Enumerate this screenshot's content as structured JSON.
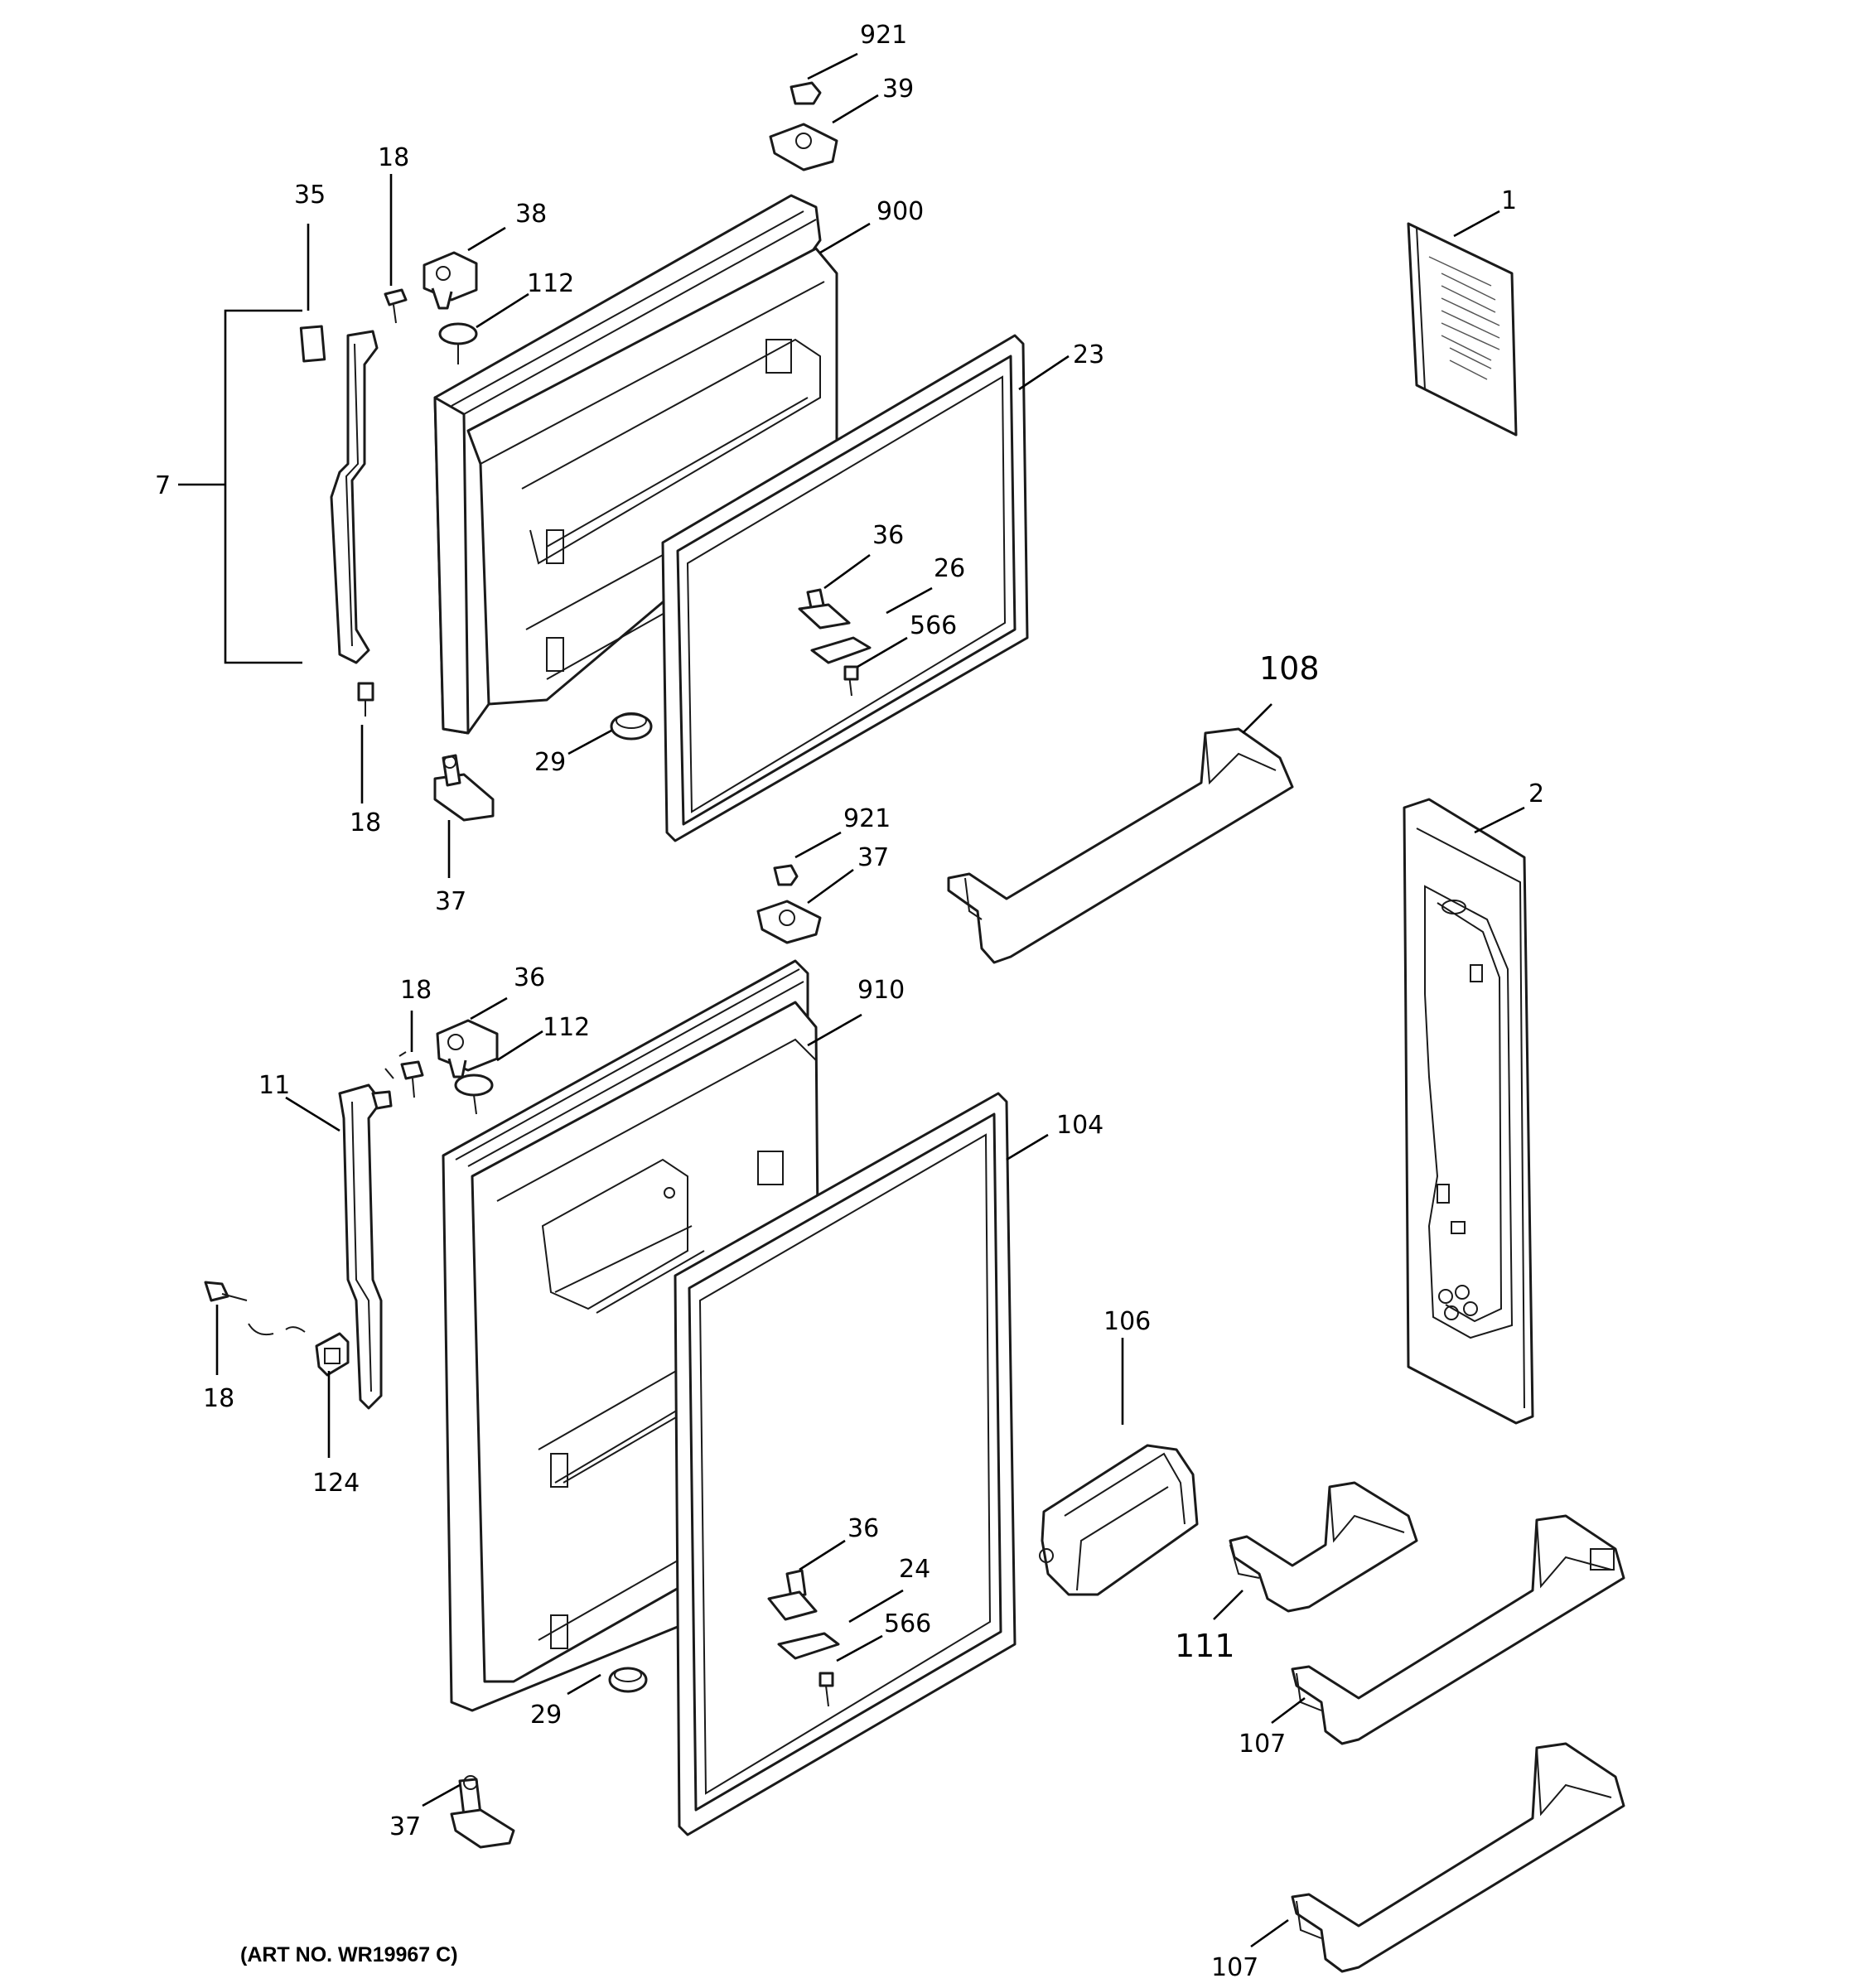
{
  "art_number": "(ART NO. WR19967 C)",
  "callouts": {
    "c921_top": "921",
    "c39": "39",
    "c18_a": "18",
    "c35": "35",
    "c38": "38",
    "c900": "900",
    "c1": "1",
    "c112_a": "112",
    "c23": "23",
    "c7": "7",
    "c36_a": "36",
    "c26": "26",
    "c566_a": "566",
    "c108": "108",
    "c29_a": "29",
    "c18_b": "18",
    "c2": "2",
    "c921_mid": "921",
    "c37_a": "37",
    "c37_b": "37",
    "c18_c": "18",
    "c36_b": "36",
    "c910": "910",
    "c112_b": "112",
    "c11": "11",
    "c104": "104",
    "c106": "106",
    "c18_d": "18",
    "c124": "124",
    "c36_c": "36",
    "c24": "24",
    "c566_b": "566",
    "c111": "111",
    "c29_b": "29",
    "c107_a": "107",
    "c37_c": "37",
    "c107_b": "107"
  }
}
